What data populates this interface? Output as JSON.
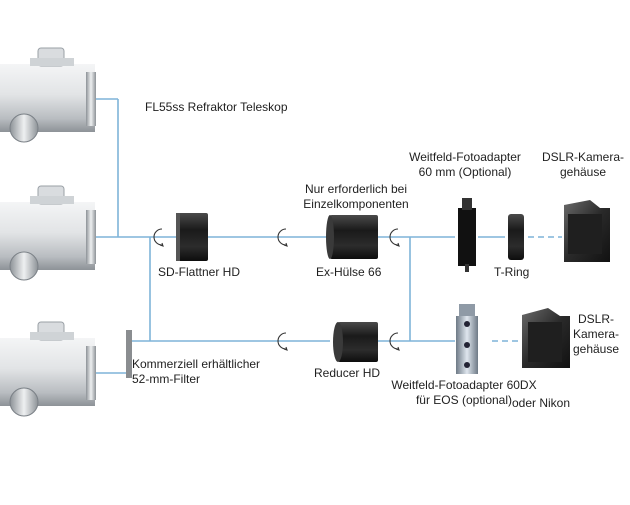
{
  "labels": {
    "telescope": "FL55ss Refraktor Teleskop",
    "flattener": "SD-Flattner HD",
    "only_if_line1": "Nur erforderlich bei",
    "only_if_line2": "Einzelkomponenten",
    "ex_sleeve": "Ex-Hülse 66",
    "wide_adapter_line1": "Weitfeld-Fotoadapter",
    "wide_adapter_line2": "60 mm (Optional)",
    "dslr_top_line1": "DSLR-Kamera-",
    "dslr_top_line2": "gehäuse",
    "t_ring": "T-Ring",
    "filter_line1": "Kommerziell erhältlicher",
    "filter_line2": "52-mm-Filter",
    "reducer": "Reducer HD",
    "dslr_bottom_line1": "DSLR-",
    "dslr_bottom_line2": "Kamera-",
    "dslr_bottom_line3": "gehäuse",
    "wide60dx_line1": "Weitfeld-Fotoadapter 60DX",
    "wide60dx_line2": "für EOS (optional)",
    "or_nikon": "oder Nikon"
  },
  "colors": {
    "connector_line": "#7fb4d9",
    "tube_light": "#e6e8ea",
    "tube_dark": "#9aa0a6",
    "part_dark": "#1e1e1e",
    "text": "#1f1f1f"
  },
  "icons": {
    "rotation": "rotation-arrow-icon"
  }
}
